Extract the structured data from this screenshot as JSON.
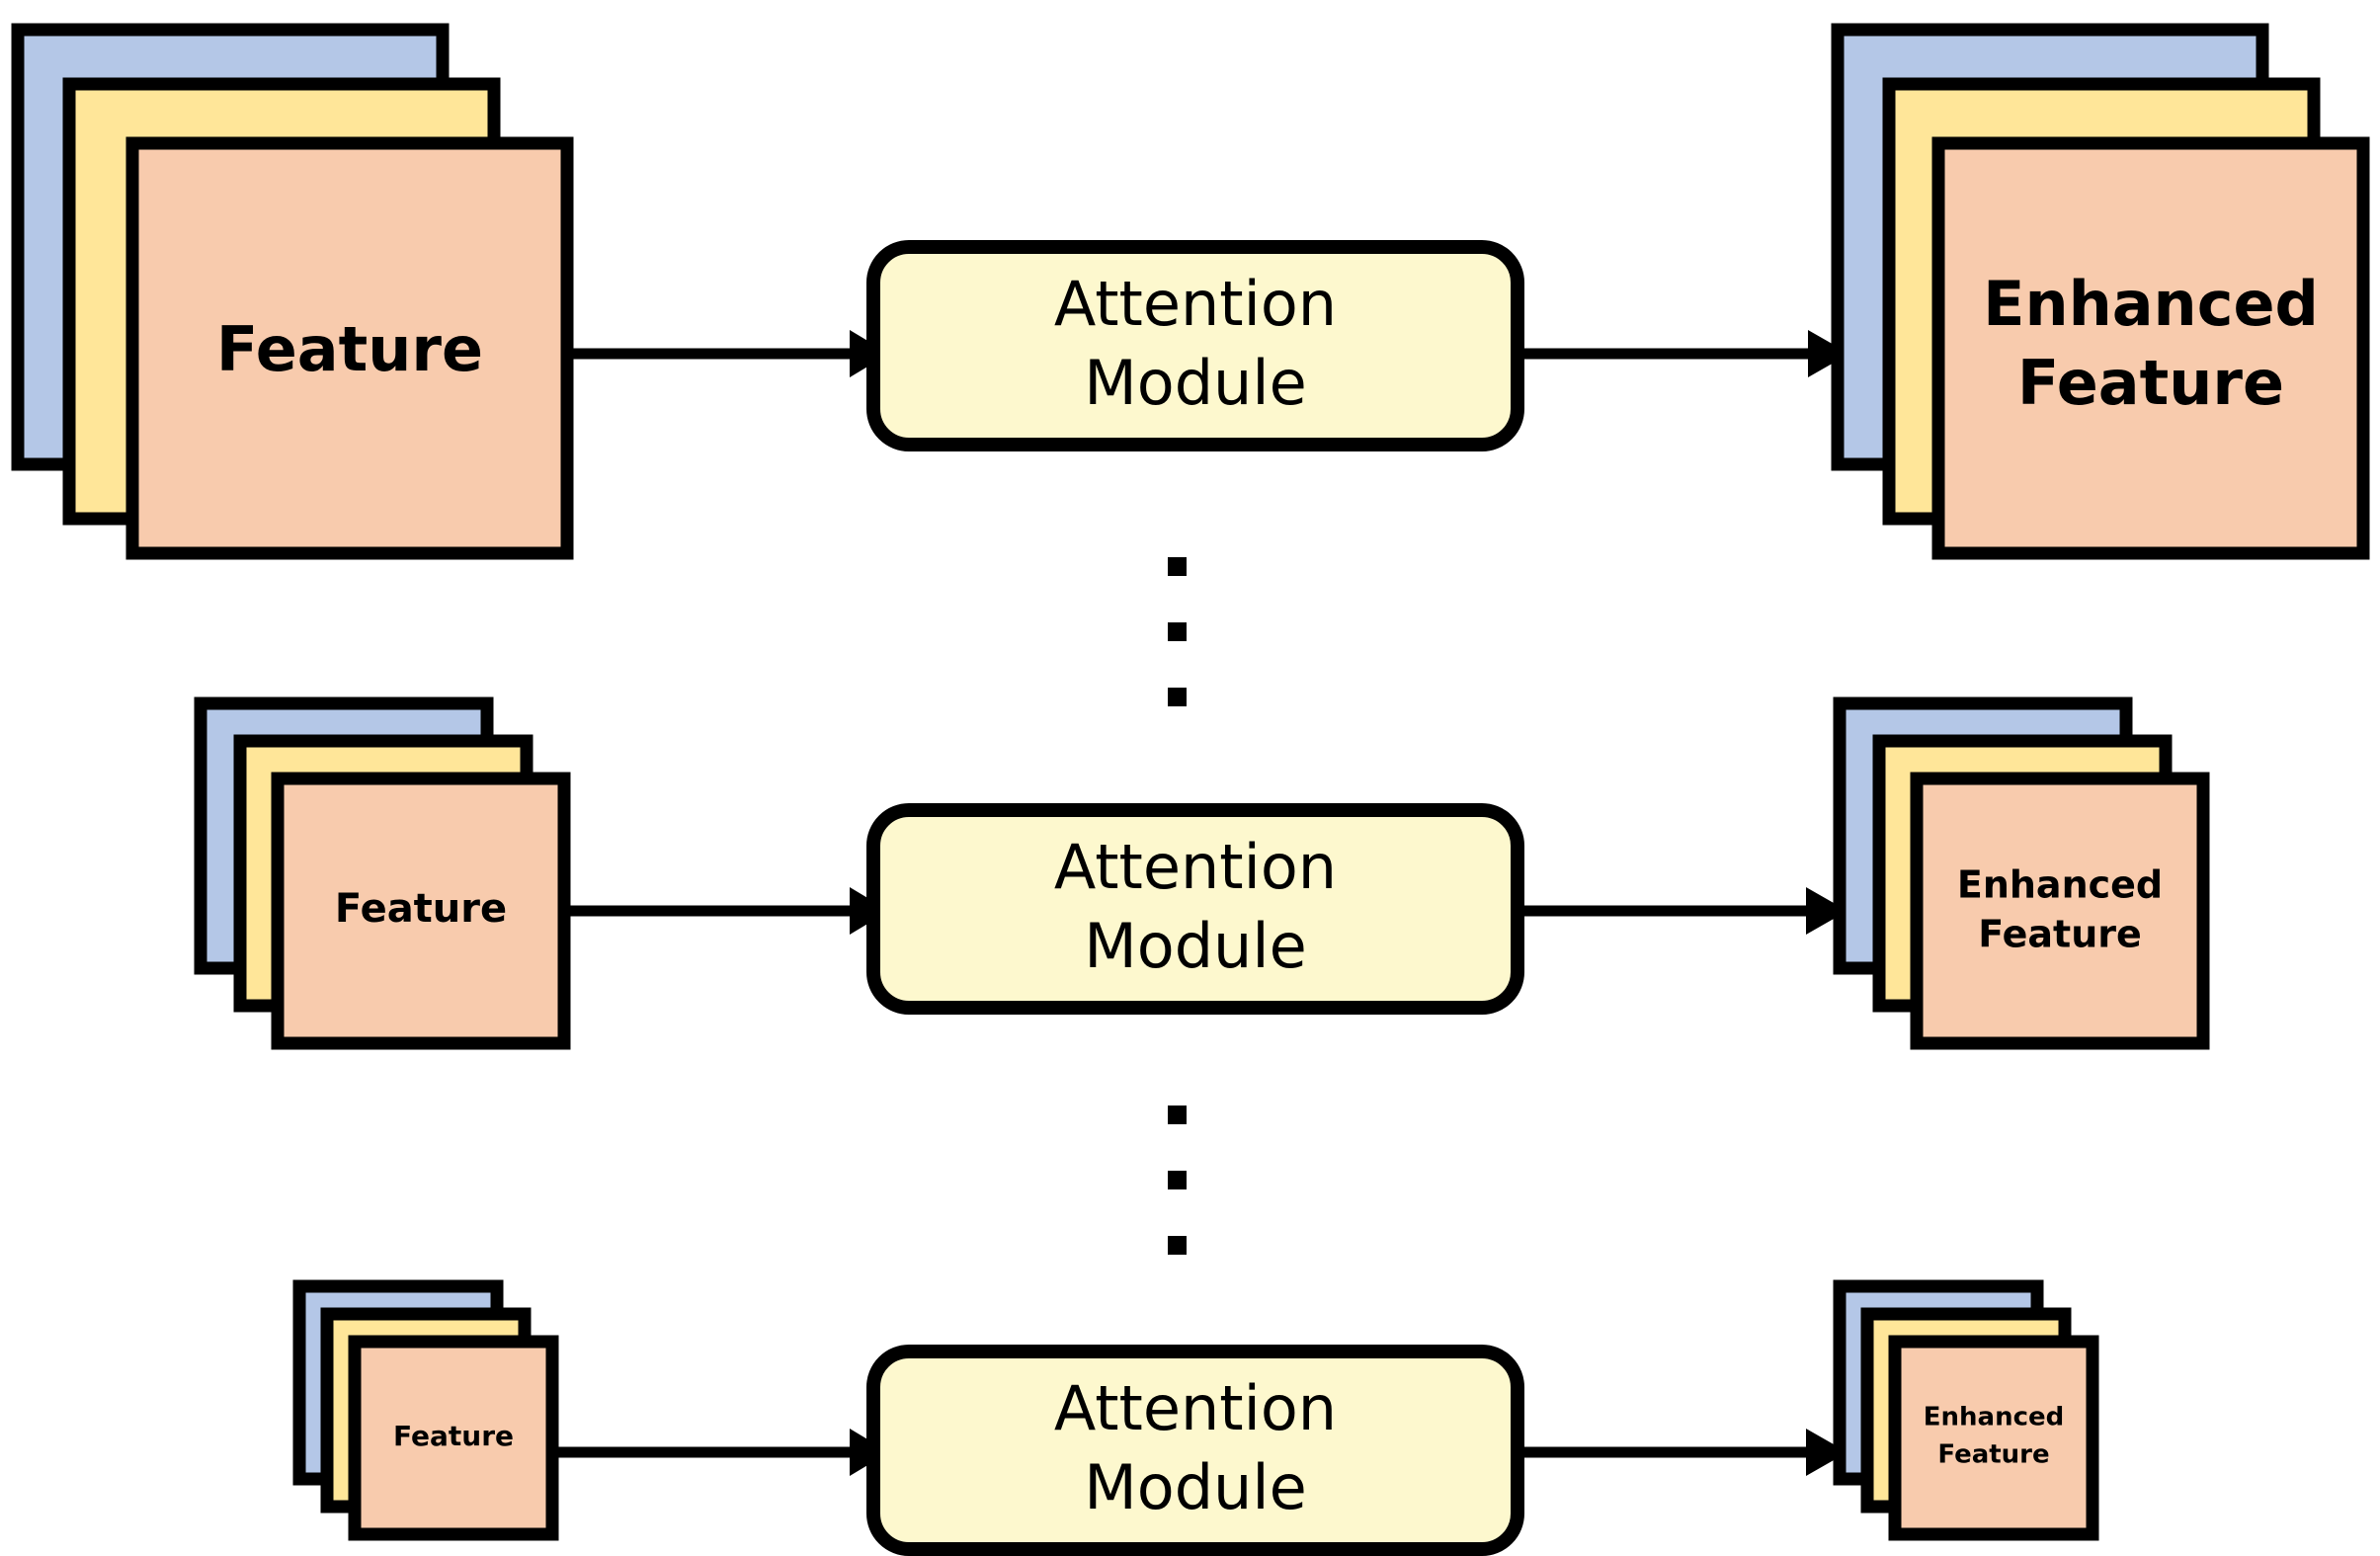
{
  "diagram": {
    "title": "Multi-scale Attention Module Pipeline",
    "background_color": "#FFFFFF",
    "stroke_color": "#000000",
    "palette": {
      "layer_blue": "#B4C7E7",
      "layer_yellow": "#FFE699",
      "layer_peach": "#F8CBAD",
      "module_fill": "#FDF8CE",
      "outline": "#000000"
    },
    "rows": [
      {
        "id": "row-large",
        "scale_label": "large",
        "input": {
          "label": "Feature",
          "font_size": 62
        },
        "module": {
          "line1": "Attention",
          "line2": "Module"
        },
        "output": {
          "label_line1": "Enhanced",
          "label_line2": "Feature",
          "font_size": 62
        }
      },
      {
        "id": "row-medium",
        "scale_label": "medium",
        "input": {
          "label": "Feature",
          "font_size": 40
        },
        "module": {
          "line1": "Attention",
          "line2": "Module"
        },
        "output": {
          "label_line1": "Enhanced",
          "label_line2": "Feature",
          "font_size": 38
        }
      },
      {
        "id": "row-small",
        "scale_label": "small",
        "input": {
          "label": "Feature",
          "font_size": 28
        },
        "module": {
          "line1": "Attention",
          "line2": "Module"
        },
        "output": {
          "label_line1": "Enhanced",
          "label_line2": "Feature",
          "font_size": 26
        }
      }
    ],
    "ellipsis": [
      {
        "id": "ellipsis-top",
        "dots": 3
      },
      {
        "id": "ellipsis-bottom",
        "dots": 3
      }
    ],
    "arrows": {
      "count": 6,
      "direction": "left-to-right",
      "head": "solid-triangle"
    }
  }
}
